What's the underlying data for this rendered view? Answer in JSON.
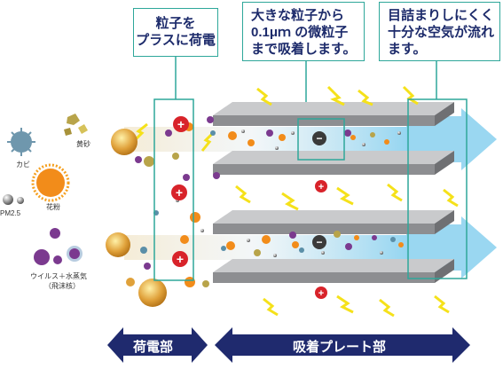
{
  "callouts": {
    "charging": [
      "粒子を",
      "プラスに荷電"
    ],
    "adsorption": [
      "大きな粒子から",
      "0.1μｍ の微粒子",
      "まで吸着します。"
    ],
    "no_clog": [
      "目詰まりしにくく",
      "十分な空気が流れ",
      "ます。"
    ]
  },
  "legend": {
    "mold": "カビ",
    "yellow_sand": "黄砂",
    "pollen": "花粉",
    "pm25": "PM2.5",
    "virus_line1": "ウイルス＋水蒸気",
    "virus_line2": "（飛沫核）"
  },
  "sections": {
    "charging_section": "荷電部",
    "adsorption_plates": "吸着プレート部"
  },
  "charges": {
    "positive": "+",
    "negative": "−"
  },
  "colors": {
    "callout_border": "#2ea79a",
    "callout_text": "#1d2b6b",
    "section_arrow": "#1f2a6e",
    "plate": "#a9aaad",
    "airflow": "#8fd3f0",
    "positive_charge": "#d8232a",
    "negative_charge": "#3a3a3a",
    "lightning": "#f5e11a"
  }
}
